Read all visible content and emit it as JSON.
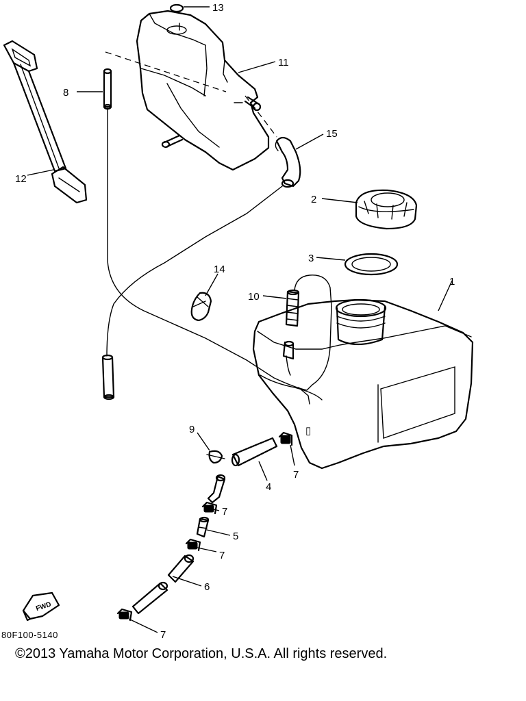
{
  "diagram": {
    "diagram_code": "80F100-5140",
    "forward_label": "FWD",
    "callouts": {
      "c1": "1",
      "c2": "2",
      "c3": "3",
      "c4": "4",
      "c5": "5",
      "c6": "6",
      "c7a": "7",
      "c7b": "7",
      "c7c": "7",
      "c7d": "7",
      "c8": "8",
      "c9": "9",
      "c10": "10",
      "c11": "11",
      "c12": "12",
      "c13": "13",
      "c14": "14",
      "c15": "15"
    }
  },
  "footer": {
    "copyright": "©2013 Yamaha Motor Corporation, U.S.A. All rights reserved."
  }
}
